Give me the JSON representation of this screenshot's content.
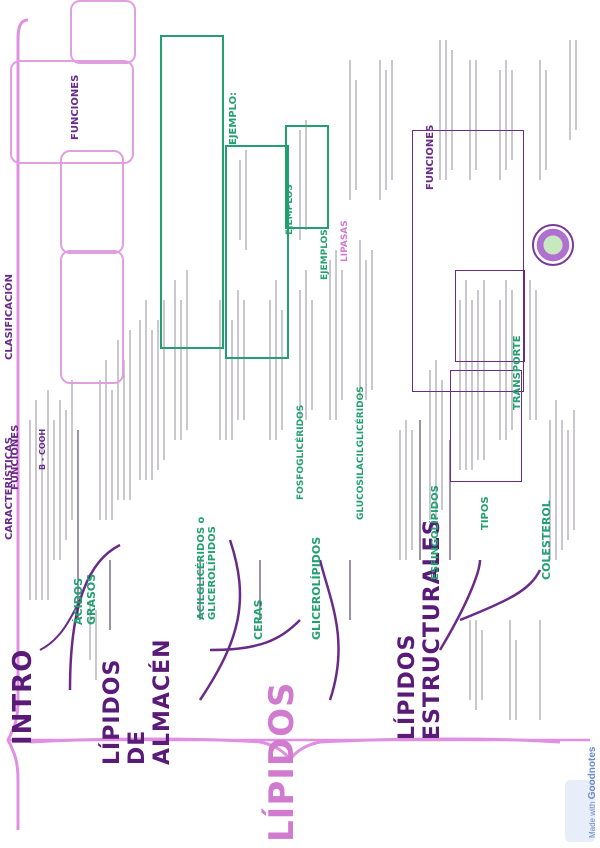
{
  "map": {
    "title": "LÍPIDOS",
    "main_branches": {
      "intro": "INTRO",
      "almacen": "LÍPIDOS DE ALMACÉN",
      "estructurales": "LÍPIDOS ESTRUCTURALES"
    },
    "intro_sections": {
      "caracteristicas": "CARACTERÍSTICAS",
      "funciones": "FUNCIONES",
      "clasificacion": "CLASIFICACIÓN",
      "funciones_box": "FUNCIONES"
    },
    "almacen_sections": {
      "acidos_grasos": "ÁCIDOS GRASOS",
      "acilgliceridos": "ACILGLICÉRIDOS o GLICEROLÍPIDOS",
      "ceras": "CERAS",
      "ejemplo": "EJEMPLO:",
      "ejemplos": "EJEMPLOS",
      "formula": "B - COOH"
    },
    "estructurales_sections": {
      "glicerolipidos": "GLICEROLÍPIDOS",
      "fosfogliceridos": "FOSFOGLICÉRIDOS",
      "glucosilacilgliceridos": "GLUCOSILACILGLICÉRIDOS",
      "esfingolipidos": "ESFINGOLÍPIDOS",
      "tipos": "TIPOS",
      "colesterol": "COLESTEROL",
      "transporte": "TRANSPORTE",
      "funciones": "FUNCIONES",
      "ejemplos": "EJEMPLOS",
      "lipasas": "LIPASAS"
    },
    "colors": {
      "dark_purple": "#5a1a78",
      "green": "#22a070",
      "pink": "#d07ad0",
      "ink": "#3a2a4a"
    }
  },
  "badge": {
    "made_with": "Made with",
    "app": "Goodnotes"
  }
}
